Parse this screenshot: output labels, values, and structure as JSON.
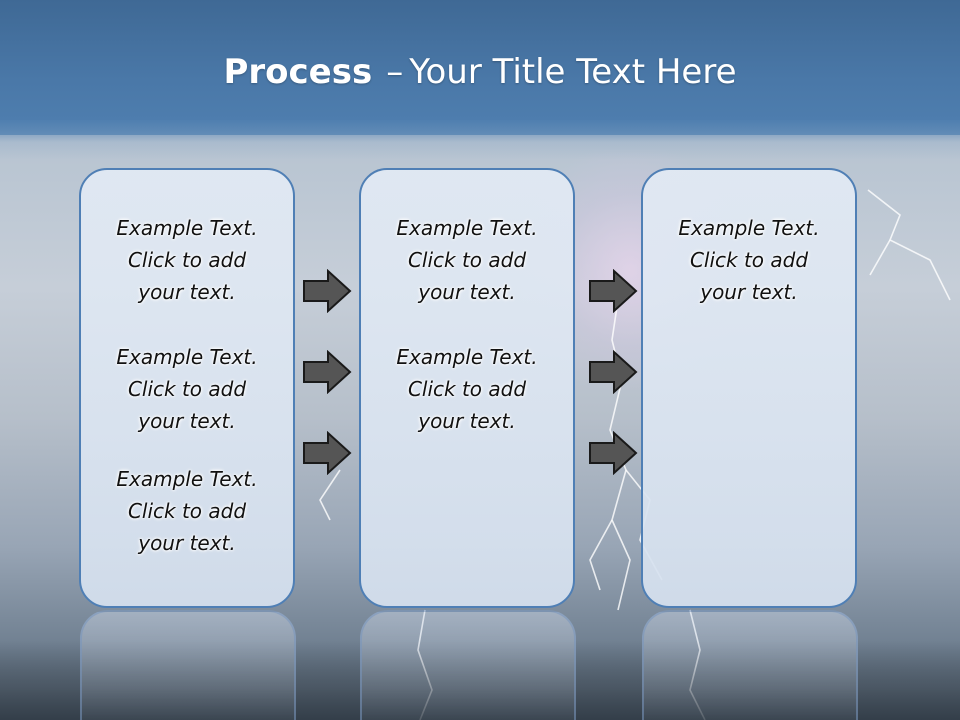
{
  "title": {
    "bold": "Process",
    "dash": "–",
    "rest": "Your Title Text Here"
  },
  "columns": [
    {
      "items": [
        {
          "line1": "Example Text.",
          "line2": "Click  to add",
          "line3": "your text."
        },
        {
          "line1": "Example Text.",
          "line2": "Click  to add",
          "line3": "your text."
        },
        {
          "line1": "Example Text.",
          "line2": "Click  to add",
          "line3": "your text."
        }
      ]
    },
    {
      "items": [
        {
          "line1": "Example Text.",
          "line2": "Click  to add",
          "line3": "your text."
        },
        {
          "line1": "Example Text.",
          "line2": "Click  to add",
          "line3": "your text."
        }
      ]
    },
    {
      "items": [
        {
          "line1": "Example Text.",
          "line2": "Click  to add",
          "line3": "your text."
        }
      ]
    }
  ],
  "colors": {
    "header": "#4a78a8",
    "box_border": "#4f7fb5",
    "box_fill": "#dbe5f1",
    "arrow_fill": "#555555"
  },
  "icons": {
    "arrow": "right-arrow-icon"
  }
}
